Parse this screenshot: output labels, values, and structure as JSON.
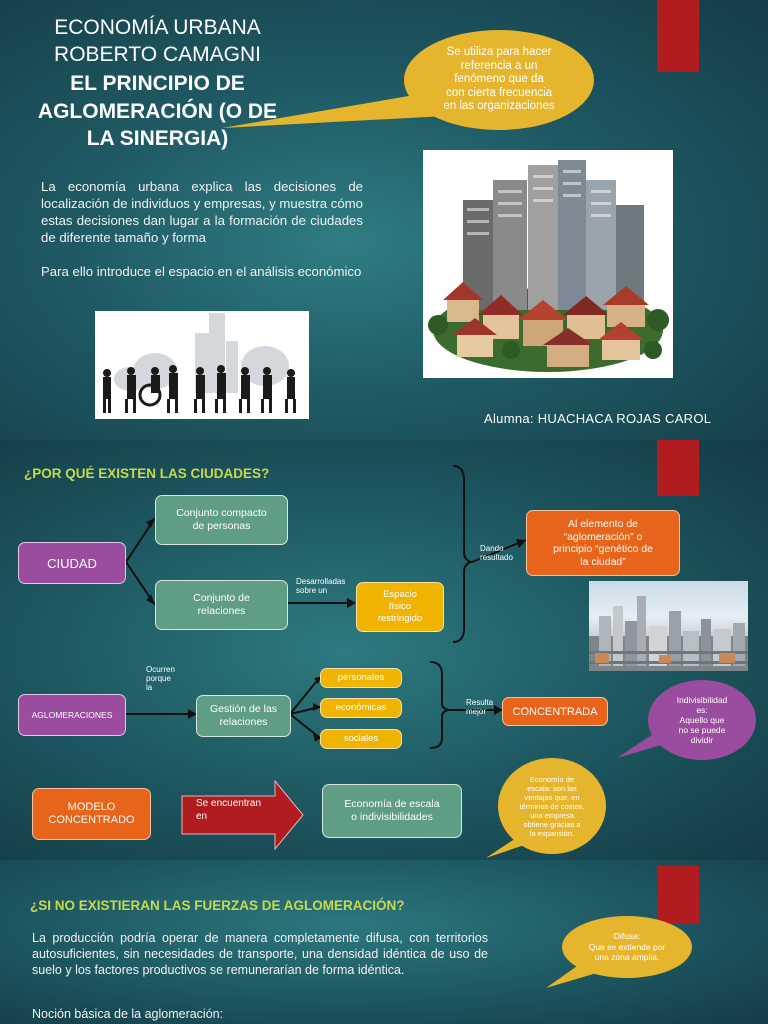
{
  "slide1": {
    "title_lines": [
      "ECONOMÍA URBANA",
      "ROBERTO CAMAGNI"
    ],
    "subtitle_lines": [
      "EL PRINCIPIO DE",
      "AGLOMERACIÓN (O DE",
      "LA SINERGIA)"
    ],
    "callout": [
      "Se utiliza para hacer",
      "referencia a un",
      "fenómeno que da",
      "con cierta frecuencia",
      "en las organizaciones"
    ],
    "paragraph": "La economía urbana explica las decisiones de localización de individuos y empresas, y muestra cómo estas decisiones dan lugar a la formación de ciudades de diferente tamaño y forma",
    "paragraph2": "Para ello introduce el espacio en el análisis económico",
    "author": "Alumna: HUACHACA ROJAS CAROL"
  },
  "slide2": {
    "heading": "¿POR QUÉ EXISTEN LAS CIUDADES?",
    "ciudad": "CIUDAD",
    "conjunto_personas": [
      "Conjunto compacto",
      "de personas"
    ],
    "conjunto_relaciones": [
      "Conjunto de",
      "relaciones"
    ],
    "desarrolladas": [
      "Desarrolladas",
      "sobre un"
    ],
    "espacio": [
      "Espacio",
      "físico",
      "restringido"
    ],
    "dando": [
      "Dando",
      "resultado"
    ],
    "elemento": [
      "Al elemento de",
      "“aglomeración” o",
      "principio “genético de",
      "la ciudad”"
    ],
    "aglomeraciones": "AGLOMERACIONES",
    "ocurren": [
      "Ocurren",
      "porque",
      "la"
    ],
    "gestion": [
      "Gestión de las",
      "relaciones"
    ],
    "tipos": [
      "personales",
      "económicas",
      "sociales"
    ],
    "resulta": [
      "Resulta",
      "mejor"
    ],
    "concentrada": "CONCENTRADA",
    "indivisibilidad": [
      "Indivisibilidad",
      "es:",
      "Aquello que",
      "no se puede",
      "dividir"
    ],
    "modelo": [
      "MODELO",
      "CONCENTRADO"
    ],
    "se_encuentran": [
      "Se encuentran",
      "en"
    ],
    "economia_escala": [
      "Economía de escala",
      "o indivisibilidades"
    ],
    "escala_bubble": [
      "Economía de",
      "escala: son las",
      "ventajas que, en",
      "términos de costos,",
      "una empresa",
      "obtiene gracias a",
      "la expansión."
    ]
  },
  "slide3": {
    "heading": "¿SI NO EXISTIERAN LAS FUERZAS DE AGLOMERACIÓN?",
    "paragraph": "La producción podría operar de manera completamente difusa, con territorios autosuficientes, sin necesidades de transporte, una densidad idéntica de uso de suelo y los factores productivos se remunerarían de forma idéntica.",
    "nocion": "Noción básica de la aglomeración:",
    "difusa_bubble": [
      "Difusa:",
      "Que se extiende por",
      "una zona amplia."
    ]
  },
  "colors": {
    "accent_red": "#b01c20",
    "bubble_yellow": "#e6b52e",
    "bubble_purple": "#9a4c9e",
    "heading_green": "#c8da4b"
  }
}
